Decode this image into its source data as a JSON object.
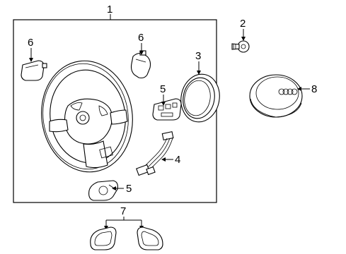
{
  "callouts": {
    "c1": "1",
    "c2": "2",
    "c3": "3",
    "c4": "4",
    "c5a": "5",
    "c5b": "5",
    "c6a": "6",
    "c6b": "6",
    "c7": "7",
    "c8": "8"
  },
  "icons": {
    "steering_wheel": "steering-wheel-icon",
    "airbag": "airbag-module-icon",
    "brand_logo": "four-rings-logo-icon"
  }
}
